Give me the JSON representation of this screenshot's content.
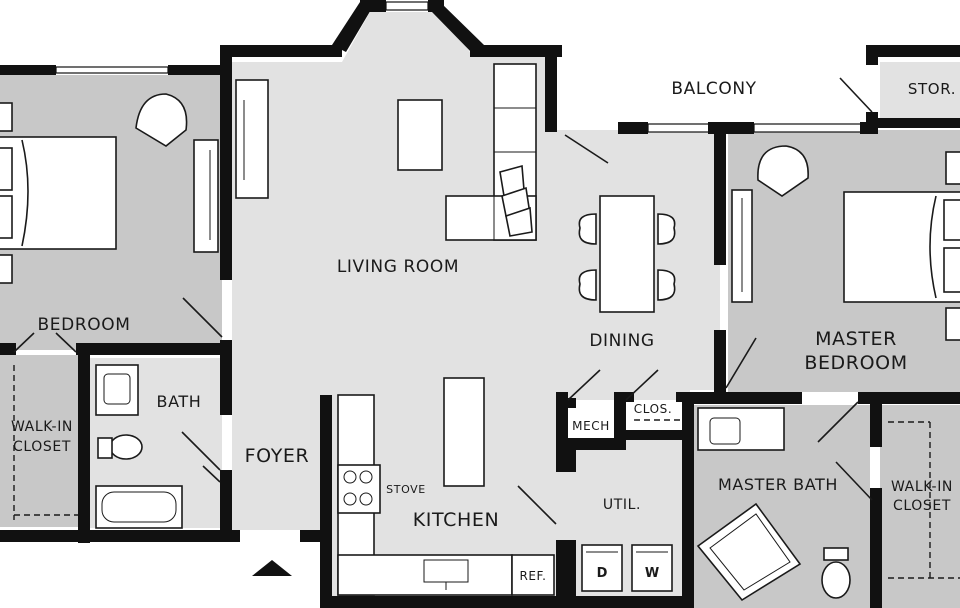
{
  "plan": {
    "rooms": {
      "balcony": "BALCONY",
      "storage": "STOR.",
      "living_room": "LIVING ROOM",
      "bedroom": "BEDROOM",
      "dining": "DINING",
      "master_bedroom_line1": "MASTER",
      "master_bedroom_line2": "BEDROOM",
      "bath": "BATH",
      "foyer": "FOYER",
      "walkin_closet_left_line1": "WALK-IN",
      "walkin_closet_left_line2": "CLOSET",
      "walkin_closet_right_line1": "WALK-IN",
      "walkin_closet_right_line2": "CLOSET",
      "mech": "MECH",
      "closet": "CLOS.",
      "master_bath": "MASTER BATH",
      "utility": "UTIL.",
      "kitchen": "KITCHEN"
    },
    "fixtures": {
      "stove": "STOVE",
      "refrigerator": "REF.",
      "dryer": "D",
      "washer": "W"
    },
    "colors": {
      "wall": "#111111",
      "room_gray": "#c8c8c8",
      "room_light": "#e2e2e2",
      "background": "#ffffff"
    }
  }
}
